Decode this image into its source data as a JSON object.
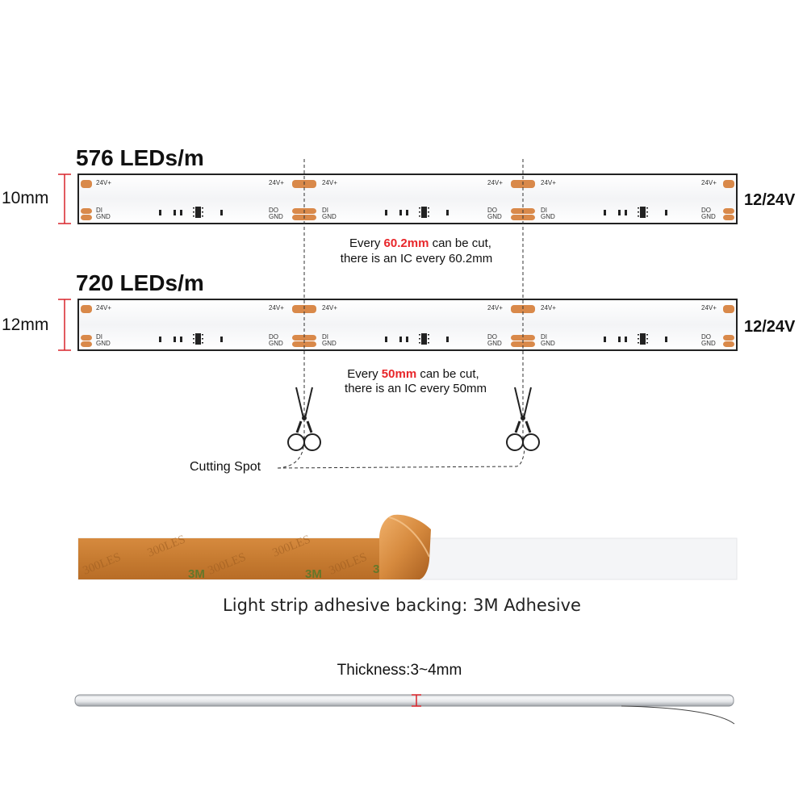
{
  "strip1": {
    "title": "576 LEDs/m",
    "width_label": "10mm",
    "voltage": "12/24V",
    "cut_note": {
      "prefix": "Every ",
      "highlight": "60.2mm",
      "suffix": " can be cut,",
      "line2": "there is an IC every 60.2mm"
    }
  },
  "strip2": {
    "title": "720 LEDs/m",
    "width_label": "12mm",
    "voltage": "12/24V",
    "cut_note": {
      "prefix": "Every ",
      "highlight": "50mm",
      "suffix": " can be cut,",
      "line2": "there is an IC every 50mm"
    }
  },
  "pad_labels": {
    "v_plus": "24V+",
    "di": "DI",
    "do": "DO",
    "gnd": "GND"
  },
  "cutting_spot_label": "Cutting Spot",
  "backing": {
    "caption": "Light strip adhesive backing: 3M Adhesive",
    "print_text": "300LES",
    "print_brand": "3M"
  },
  "thickness_label": "Thickness:3~4mm",
  "colors": {
    "pad": "#d9894a",
    "highlight": "#e8262a",
    "dimension": "#d9242a",
    "backing": "#c97b34"
  }
}
